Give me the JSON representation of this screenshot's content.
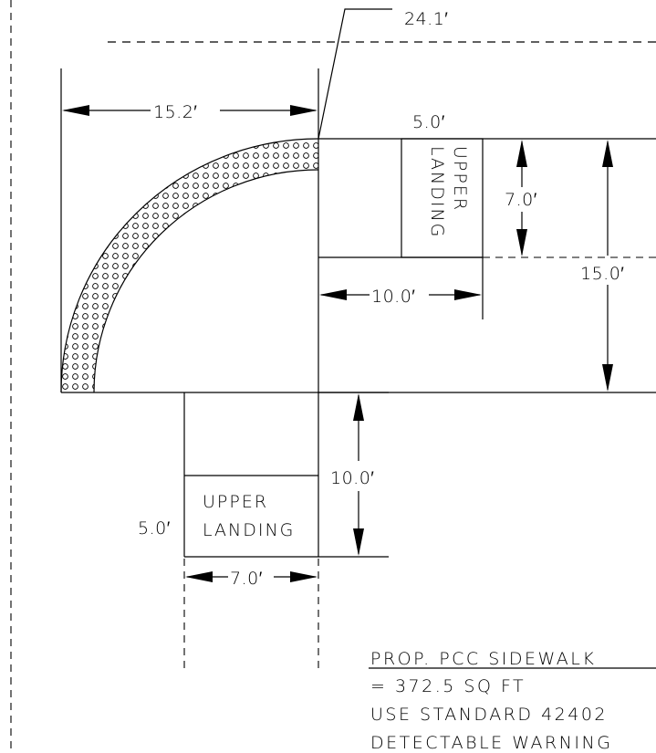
{
  "dimensions": {
    "d_24_1": "24.1′",
    "d_15_2": "15.2′",
    "d_5_0_top": "5.0′",
    "d_7_0_right": "7.0′",
    "d_15_0": "15.0′",
    "d_10_0_horiz": "10.0′",
    "d_10_0_vert": "10.0′",
    "d_5_0_left": "5.0′",
    "d_7_0_bottom": "7.0′"
  },
  "labels": {
    "upper_landing_right": [
      "UPPER",
      "LANDING"
    ],
    "upper_landing_bottom": [
      "UPPER",
      "LANDING"
    ]
  },
  "notes": [
    "PROP. PCC SIDEWALK",
    "= 372.5 SQ FT",
    "USE STANDARD 42402",
    "DETECTABLE WARNING"
  ]
}
